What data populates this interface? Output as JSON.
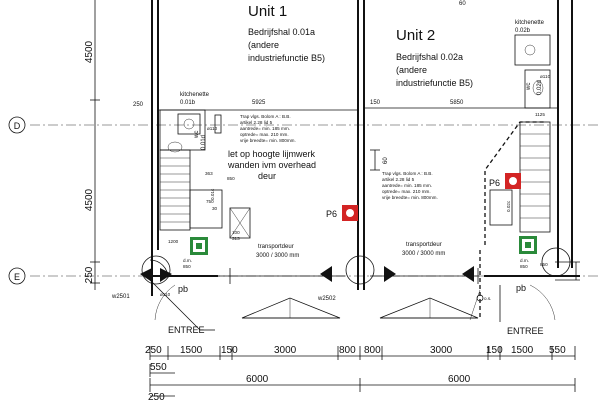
{
  "units": [
    {
      "title": "Unit 1",
      "lines": [
        "Bedrijfshal 0.01a",
        "(andere",
        "industriefunctie B5)"
      ]
    },
    {
      "title": "Unit 2",
      "lines": [
        "Bedrijfshal 0.02a",
        "(andere",
        "industriefunctie B5)"
      ]
    }
  ],
  "kitchenettes": [
    {
      "name": "kitchenette",
      "code": "0.01b"
    },
    {
      "name": "kitchenette",
      "code": "0.02b"
    }
  ],
  "wc_labels": [
    "wc",
    "0.01d",
    "wc",
    "0.02d"
  ],
  "fire_labels": [
    "P6",
    "P6"
  ],
  "grid_labels": [
    "D",
    "E"
  ],
  "left_vertical_dims": [
    "4500",
    "4500",
    "250"
  ],
  "top_dims": [
    "250",
    "5925",
    "150",
    "5850",
    "60"
  ],
  "stair_note_1": [
    "Trap vlgs. Bolom A : B.B.",
    "artikel 2.28 lid 5",
    "aantrede= min. 185 mm.",
    "optrede= max. 210 mm.",
    "vrije breedte= min. 800mm."
  ],
  "stair_note_2": [
    "Trap vlgs. Bolom A : B.B.",
    "artikel 2.28 lid 5",
    "aantrede= min. 185 mm.",
    "optrede= max. 210 mm.",
    "vrije breedte= min. 800mm."
  ],
  "warning": [
    "let op hoogte lijmwerk",
    "wanden ivm overhead",
    "deur"
  ],
  "warning_dim": "60",
  "doors": [
    {
      "label": "transportdeur",
      "size": "3000 / 3000 mm"
    },
    {
      "label": "transportdeur",
      "size": "3000 / 3000 mm"
    }
  ],
  "entrances": [
    "ENTREE",
    "ENTREE"
  ],
  "wall_tags": [
    "w2501",
    "w2502"
  ],
  "pb_labels": [
    "pb",
    "pb"
  ],
  "small_dims": [
    "363",
    "850",
    "750",
    "30",
    "1200",
    "100",
    "313",
    "ø110",
    "ø110",
    "1125",
    "850",
    "ø110",
    "0.01c",
    "0.02c",
    "d.m.",
    "d.m.",
    "850",
    "850"
  ],
  "os_label": "o.s.",
  "dim_row_1": [
    "250",
    "1500",
    "150",
    "3000",
    "800",
    "800",
    "3000",
    "150",
    "1500",
    "550"
  ],
  "dim_row_2": [
    "550"
  ],
  "dim_row_3": [
    "6000",
    "6000"
  ],
  "dim_row_4": [
    "250"
  ]
}
